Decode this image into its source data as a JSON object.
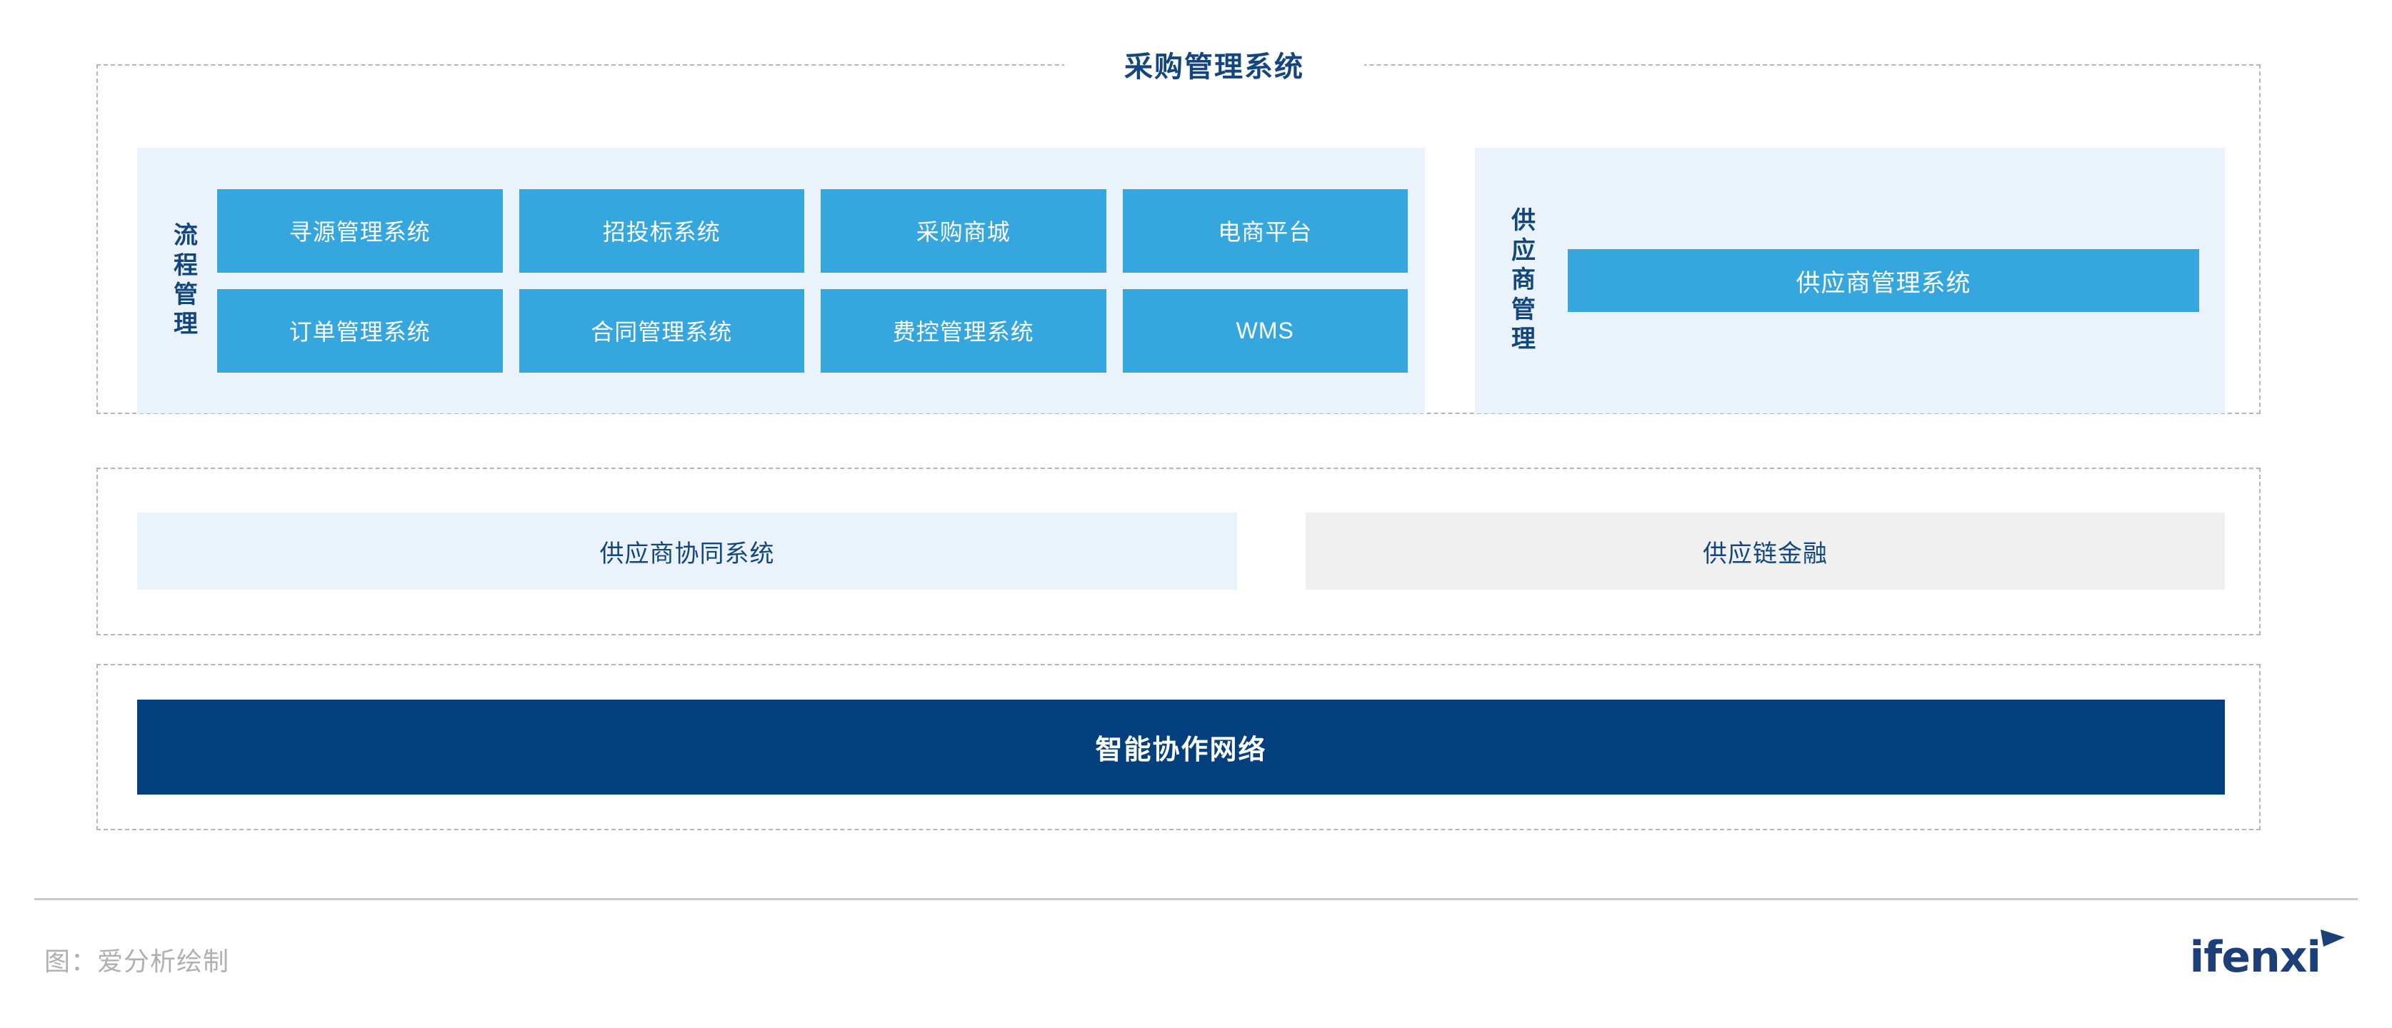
{
  "diagram": {
    "title": "采购管理系统",
    "groups": {
      "top": {
        "process": {
          "label": "流程管理",
          "cards": [
            "寻源管理系统",
            "招投标系统",
            "采购商城",
            "电商平台",
            "订单管理系统",
            "合同管理系统",
            "费控管理系统",
            "WMS"
          ]
        },
        "supplier": {
          "label": "供应商管理",
          "card": "供应商管理系统"
        }
      },
      "middle": {
        "collaboration": "供应商协同系统",
        "finance": "供应链金融"
      },
      "bottom": {
        "network": "智能协作网络"
      }
    }
  },
  "footer": {
    "note": "图：爱分析绘制",
    "logo_text": "ifenxi",
    "logo_icon": "arrow-icon"
  },
  "colors": {
    "navy": "#13467f",
    "navy_dark": "#04407d",
    "card_blue": "#35a6de",
    "panel_bg": "#eaf2fb",
    "gray_bg": "#f0f0f0",
    "dashed_border": "#b6b6b6",
    "footer_text": "#b0b0b0"
  }
}
